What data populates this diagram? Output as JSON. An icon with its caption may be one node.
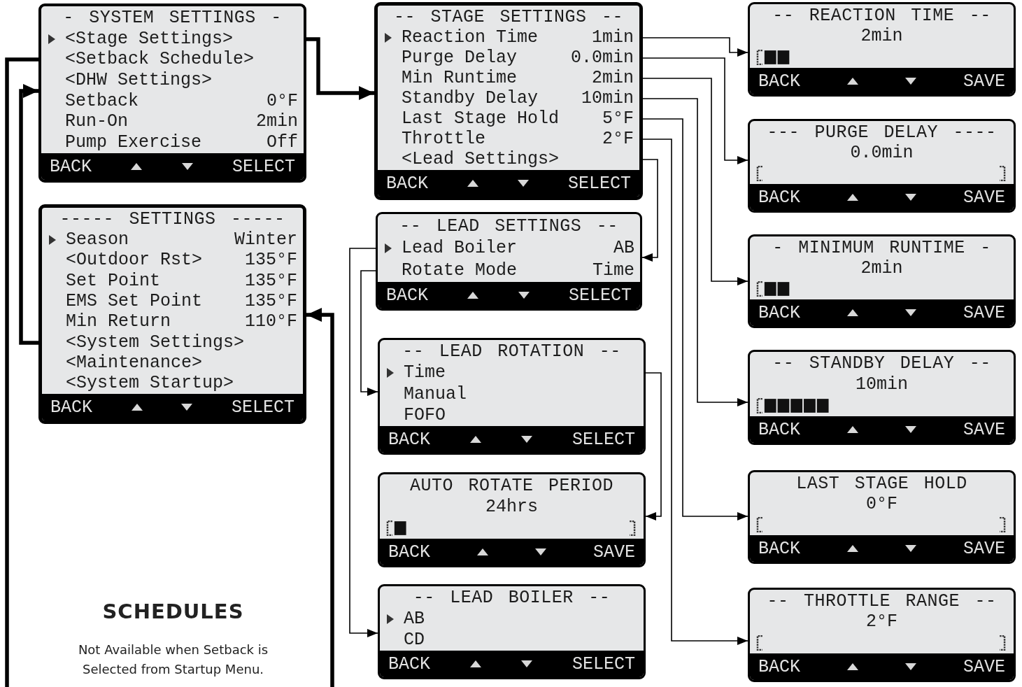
{
  "diagram": {
    "nodes": [
      {
        "text": [
          "- SYSTEM SETTINGS -",
          "<Stage Settings>",
          "<Setback Schedule>",
          "<DHW Settings>",
          "Setback",
          "0°F",
          "Run-On",
          "2min",
          "Pump Exercise",
          "Off",
          "BACK",
          "SELECT"
        ]
      },
      {
        "text": [
          "----- SETTINGS -----",
          "Season",
          "Winter",
          "<Outdoor Rst>",
          "135°F",
          "Set Point",
          "135°F",
          "EMS Set Point",
          "135°F",
          "Min Return",
          "110°F",
          "<System Settings>",
          "<Maintenance>",
          "<System Startup>",
          "BACK",
          "SELECT"
        ]
      },
      {
        "text": [
          "-- STAGE SETTINGS --",
          "Reaction Time",
          "1min",
          "Purge Delay",
          "0.0min",
          "Min Runtime",
          "2min",
          "Standby Delay",
          "10min",
          "Last Stage Hold",
          "5°F",
          "Throttle",
          "2°F",
          "<Lead Settings>",
          "BACK",
          "SELECT"
        ]
      },
      {
        "text": [
          "-- LEAD SETTINGS --",
          "Lead Boiler",
          "AB",
          "Rotate Mode",
          "Time",
          "BACK",
          "SELECT"
        ]
      },
      {
        "text": [
          "-- LEAD ROTATION --",
          "Time",
          "Manual",
          "FOFO",
          "BACK",
          "SELECT"
        ]
      },
      {
        "text": [
          "AUTO ROTATE PERIOD",
          "24hrs",
          "BACK",
          "SAVE"
        ]
      },
      {
        "text": [
          "-- LEAD BOILER --",
          "AB",
          "CD",
          "BACK",
          "SELECT"
        ]
      },
      {
        "text": [
          "-- REACTION TIME --",
          "2min",
          "BACK",
          "SAVE"
        ]
      },
      {
        "text": [
          "--- PURGE DELAY ----",
          "0.0min",
          "BACK",
          "SAVE"
        ]
      },
      {
        "text": [
          "- MINIMUM RUNTIME -",
          "2min",
          "BACK",
          "SAVE"
        ]
      },
      {
        "text": [
          "-- STANDBY DELAY --",
          "10min",
          "BACK",
          "SAVE"
        ]
      },
      {
        "text": [
          "LAST STAGE HOLD",
          "0°F",
          "BACK",
          "SAVE"
        ]
      },
      {
        "text": [
          "-- THROTTLE RANGE --",
          "2°F",
          "BACK",
          "SAVE"
        ]
      }
    ],
    "edges": [
      {
        "from": 0,
        "to": 2,
        "arrow": "to",
        "style": "thick"
      },
      {
        "from": 0,
        "to": null,
        "arrow": "none",
        "style": "thick"
      },
      {
        "from": 1,
        "to": 0,
        "arrow": "to",
        "style": "thick"
      },
      {
        "from": null,
        "to": 1,
        "arrow": "to",
        "style": "thick"
      },
      {
        "from": 2,
        "to": 7,
        "arrow": "to"
      },
      {
        "from": 2,
        "to": 8,
        "arrow": "to"
      },
      {
        "from": 2,
        "to": 9,
        "arrow": "to"
      },
      {
        "from": 2,
        "to": 10,
        "arrow": "to"
      },
      {
        "from": 2,
        "to": 11,
        "arrow": "to"
      },
      {
        "from": 2,
        "to": 12,
        "arrow": "to"
      },
      {
        "from": 2,
        "to": 3,
        "arrow": "to"
      },
      {
        "from": 3,
        "to": 6,
        "arrow": "to"
      },
      {
        "from": 3,
        "to": 4,
        "arrow": "to"
      },
      {
        "from": 4,
        "to": 5,
        "arrow": "to"
      }
    ],
    "labels": [
      "SCHEDULES",
      "Not Available when Setback is Selected from Startup Menu."
    ]
  }
}
